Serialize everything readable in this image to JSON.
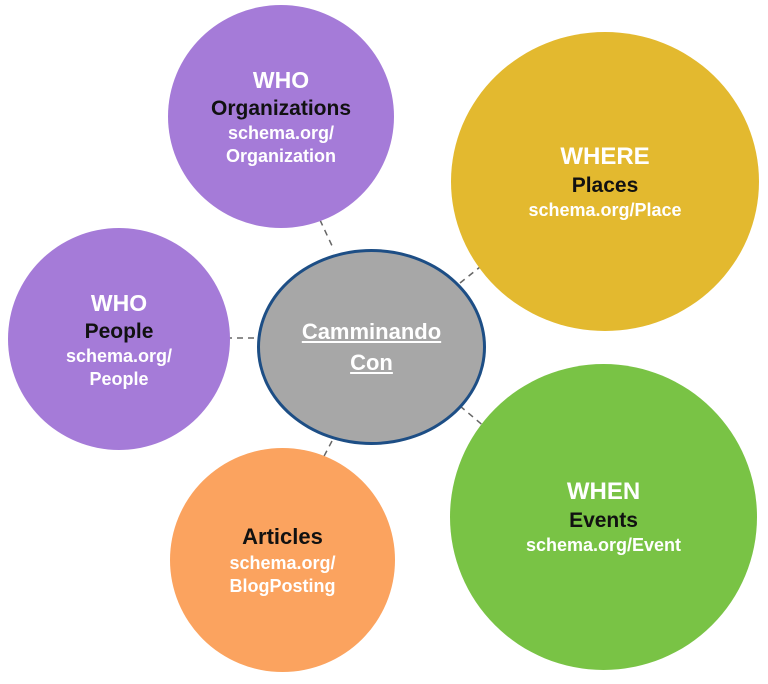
{
  "center": {
    "line1": "Camminando",
    "line2": "Con",
    "fill": "#a7a7a7",
    "border": "#1d4e85"
  },
  "nodes": {
    "organizations": {
      "heading": "WHO",
      "label": "Organizations",
      "schema_line1": "schema.org/",
      "schema_line2": "Organization",
      "color": "#a57bd8"
    },
    "people": {
      "heading": "WHO",
      "label": "People",
      "schema_line1": "schema.org/",
      "schema_line2": "People",
      "color": "#a57bd8"
    },
    "places": {
      "heading": "WHERE",
      "label": "Places",
      "schema_line1": "schema.org/Place",
      "color": "#e3b92f"
    },
    "events": {
      "heading": "WHEN",
      "label": "Events",
      "schema_line1": "schema.org/Event",
      "color": "#79c345"
    },
    "articles": {
      "label": "Articles",
      "schema_line1": "schema.org/",
      "schema_line2": "BlogPosting",
      "color": "#fba35f"
    }
  },
  "connector_color": "#666666"
}
